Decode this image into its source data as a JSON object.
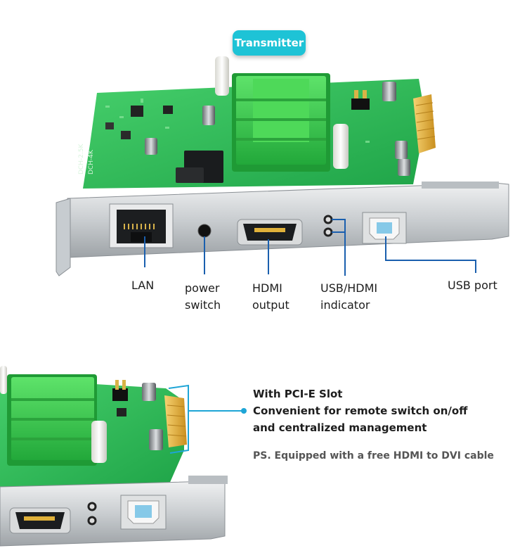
{
  "badge": {
    "text": "Transmitter"
  },
  "card_top": {
    "ports": {
      "lan": "LAN",
      "power_switch_line1": "power",
      "power_switch_line2": "switch",
      "hdmi_line1": "HDMI",
      "hdmi_line2": "output",
      "indicator_line1": "USB/HDMI",
      "indicator_line2": "indicator",
      "usb": "USB port"
    }
  },
  "card_bottom": {
    "features": [
      "With PCI-E Slot",
      "Convenient for remote switch on/off",
      "and centralized management"
    ],
    "note": "PS. Equipped with a free HDMI to DVI cable"
  },
  "pcb_silkscreen": [
    "DCH-2.5K",
    "DCH-4K"
  ],
  "colors": {
    "accent": "#1ec3d6",
    "pcb": "#2fbf5a",
    "heatsink": "#38c64a",
    "bracket": "#cfd3d6",
    "gold": "#e2b23a",
    "leader": "#1a5fae",
    "slot_leader": "#1ea5d6"
  }
}
